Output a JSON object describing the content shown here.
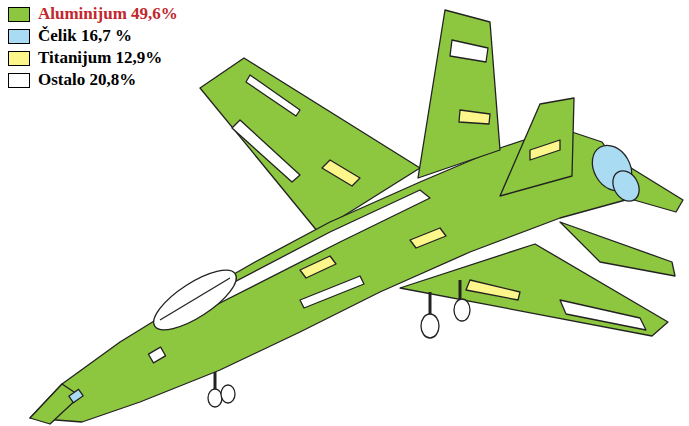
{
  "diagram": {
    "legend": [
      {
        "text": "Aluminijum 49,6%",
        "color": "#8dc63f"
      },
      {
        "text": "Čelik 16,7 %",
        "color": "#a9dcf3"
      },
      {
        "text": "Titanijum 12,9%",
        "color": "#fdf68a"
      },
      {
        "text": "Ostalo 20,8%",
        "color": "#ffffff"
      }
    ]
  }
}
